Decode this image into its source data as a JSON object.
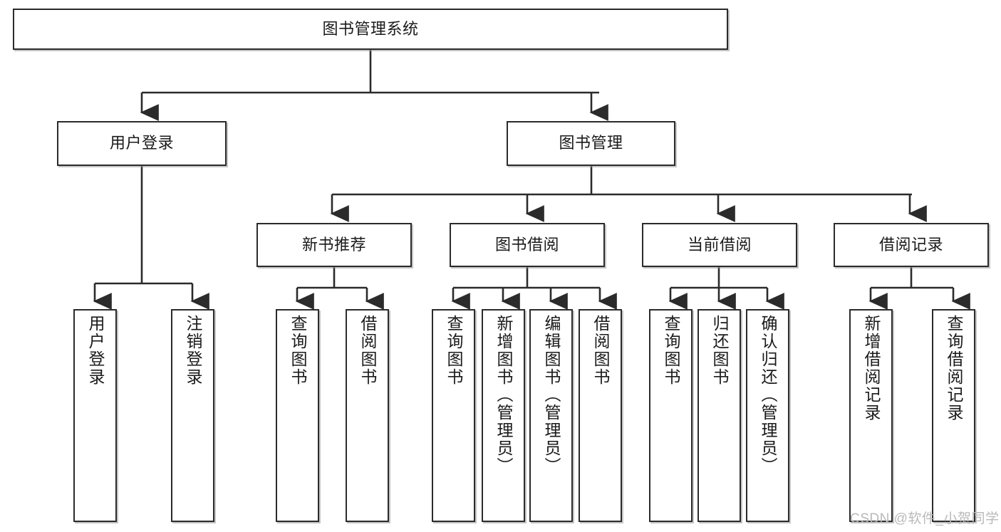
{
  "diagram": {
    "title": "图书管理系统",
    "type": "tree-hierarchy",
    "colors": {
      "box_border": "#2b2b2b",
      "box_fill": "#ffffff",
      "connector": "#2b2b2b",
      "text": "#1a1a1a",
      "watermark": "#b9b9b9"
    }
  },
  "root": {
    "label": "图书管理系统"
  },
  "level2": [
    {
      "label": "用户登录"
    },
    {
      "label": "图书管理"
    }
  ],
  "level3": [
    {
      "label": "新书推荐"
    },
    {
      "label": "图书借阅"
    },
    {
      "label": "当前借阅"
    },
    {
      "label": "借阅记录"
    }
  ],
  "leaves": {
    "user_login": [
      {
        "label": "用户登录"
      },
      {
        "label": "注销登录"
      }
    ],
    "new_book_recommend": [
      {
        "label": "查询图书"
      },
      {
        "label": "借阅图书"
      }
    ],
    "book_borrow": [
      {
        "label": "查询图书"
      },
      {
        "label": "新增图书（管理员）"
      },
      {
        "label": "编辑图书（管理员）"
      },
      {
        "label": "借阅图书"
      }
    ],
    "current_borrow": [
      {
        "label": "查询图书"
      },
      {
        "label": "归还图书"
      },
      {
        "label": "确认归还（管理员）"
      }
    ],
    "borrow_record": [
      {
        "label": "新增借阅记录"
      },
      {
        "label": "查询借阅记录"
      }
    ]
  },
  "watermark": {
    "text": "CSDN @软件_小贺同学"
  }
}
